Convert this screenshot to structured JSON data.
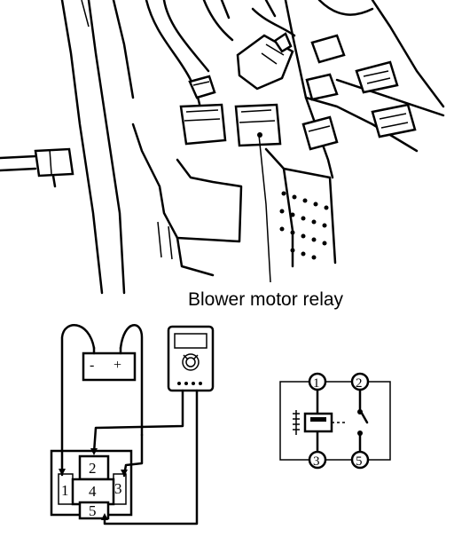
{
  "caption": "Blower motor relay",
  "battery": {
    "minus": "-",
    "plus": "+"
  },
  "relay_body_terminals": [
    "1",
    "2",
    "3",
    "4",
    "5"
  ],
  "schematic_terminals": [
    "1",
    "2",
    "3",
    "5"
  ]
}
